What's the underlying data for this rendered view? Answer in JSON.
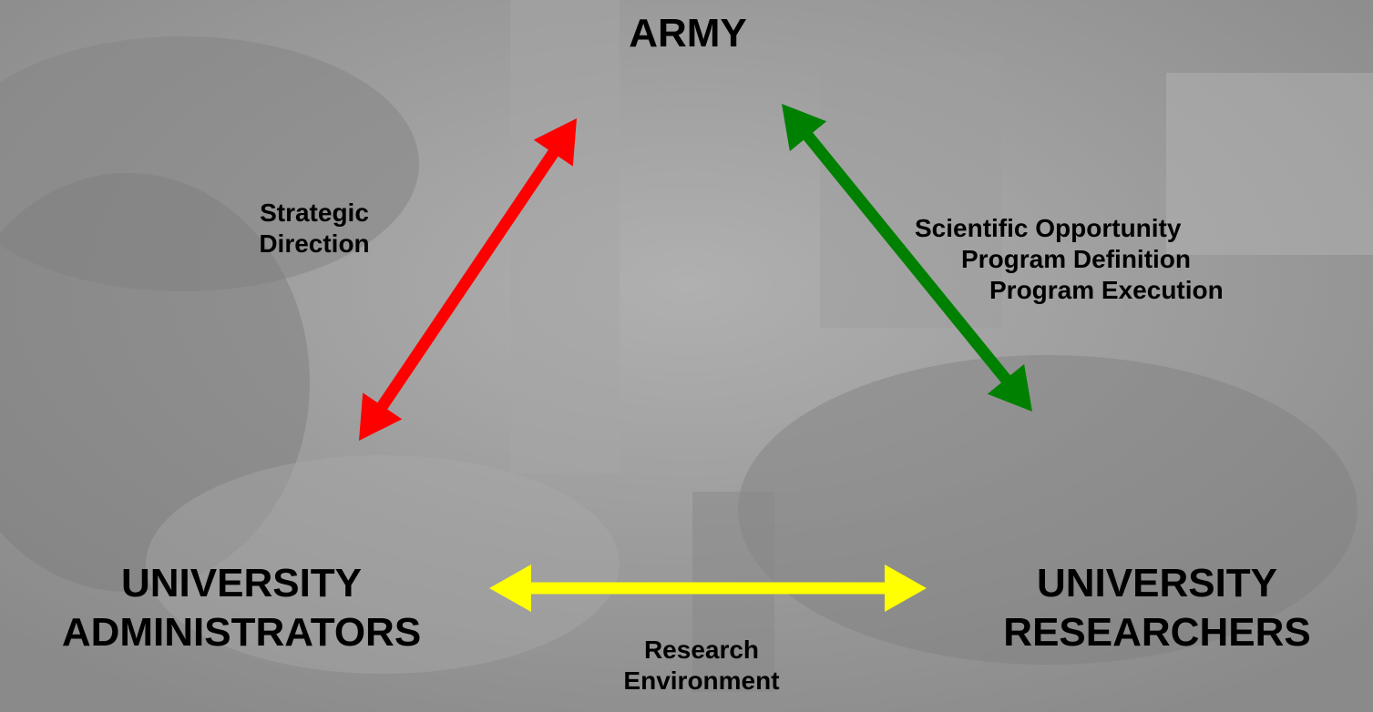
{
  "nodes": {
    "army": "ARMY",
    "administrators": [
      "UNIVERSITY",
      "ADMINISTRATORS"
    ],
    "researchers": [
      "UNIVERSITY",
      "RESEARCHERS"
    ]
  },
  "edges": {
    "strategic": [
      "Strategic",
      "Direction"
    ],
    "scientific": [
      "Scientific Opportunity",
      "Program Definition",
      "Program Execution"
    ],
    "research": [
      "Research",
      "Environment"
    ]
  },
  "colors": {
    "strategic": "#ff0000",
    "scientific": "#008000",
    "research": "#ffff00",
    "text": "#000000"
  }
}
